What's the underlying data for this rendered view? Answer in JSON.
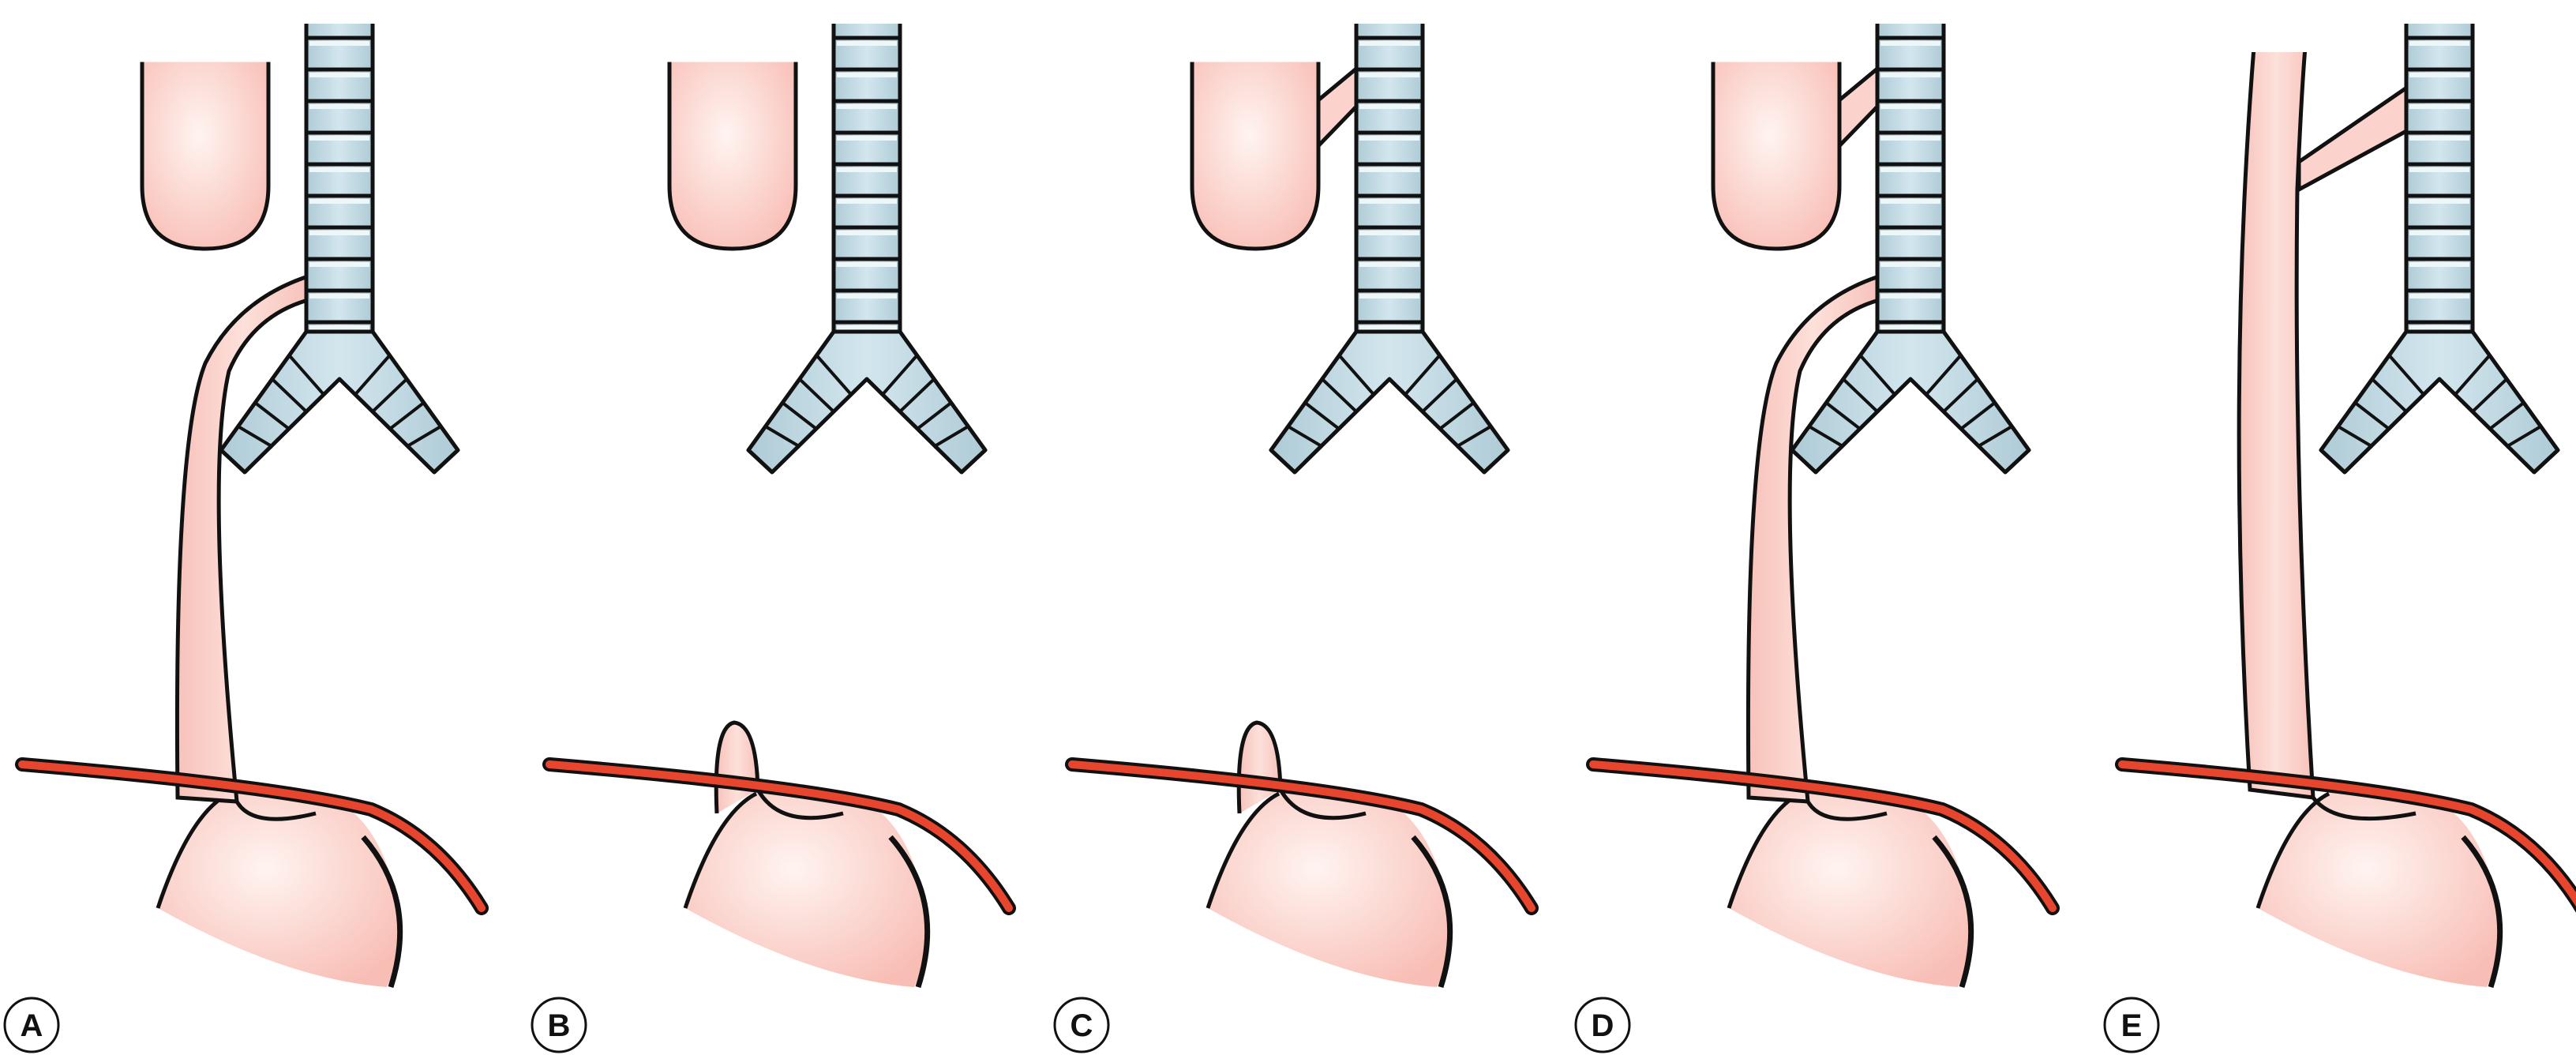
{
  "figure": {
    "panels": [
      {
        "label": "A",
        "variant": "proximal-atresia-distal-fistula"
      },
      {
        "label": "B",
        "variant": "isolated-atresia"
      },
      {
        "label": "C",
        "variant": "proximal-fistula-only"
      },
      {
        "label": "D",
        "variant": "double-fistula"
      },
      {
        "label": "E",
        "variant": "h-type-fistula"
      }
    ]
  },
  "colors": {
    "esophagus_fill": "#fbd3cc",
    "esophagus_highlight": "#fff2ee",
    "trachea_fill": "#c6dde6",
    "trachea_ring_gap": "#eef6f8",
    "diaphragm": "#e8452e",
    "outline": "#111111"
  }
}
